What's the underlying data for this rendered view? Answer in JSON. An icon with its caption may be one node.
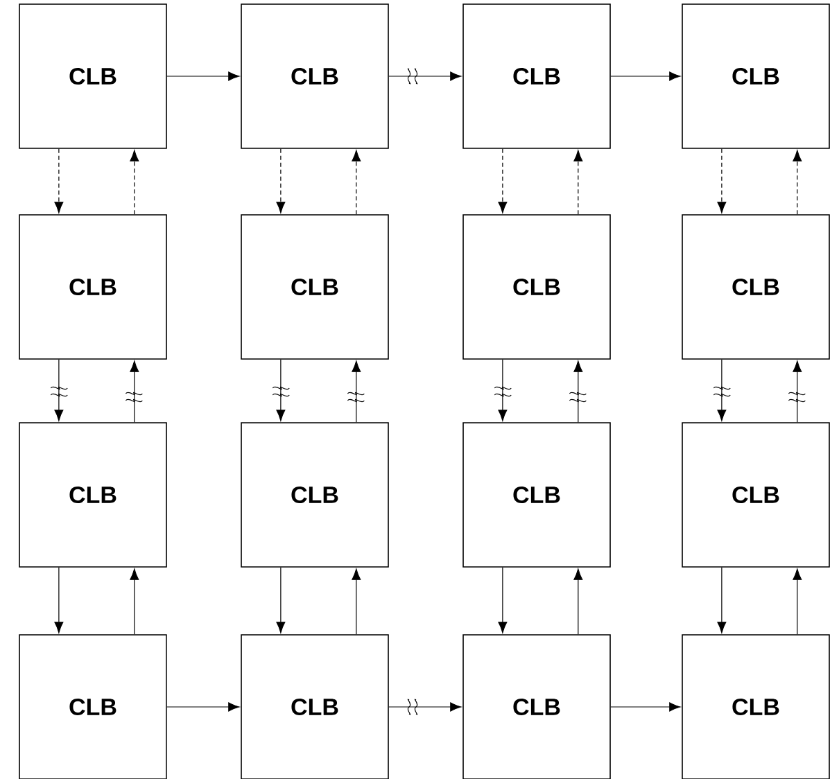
{
  "diagram": {
    "nodes": [
      {
        "text": [
          "CLB"
        ]
      },
      {
        "text": [
          "CLB"
        ]
      },
      {
        "text": [
          "CLB"
        ]
      },
      {
        "text": [
          "CLB"
        ]
      },
      {
        "text": [
          "CLB"
        ]
      },
      {
        "text": [
          "CLB"
        ]
      },
      {
        "text": [
          "CLB"
        ]
      },
      {
        "text": [
          "CLB"
        ]
      },
      {
        "text": [
          "CLB"
        ]
      },
      {
        "text": [
          "CLB"
        ]
      },
      {
        "text": [
          "CLB"
        ]
      },
      {
        "text": [
          "CLB"
        ]
      },
      {
        "text": [
          "CLB"
        ]
      },
      {
        "text": [
          "CLB"
        ]
      },
      {
        "text": [
          "CLB"
        ]
      },
      {
        "text": [
          "CLB"
        ]
      }
    ],
    "edges": [
      {
        "from": 0,
        "to": 1,
        "arrow": "to"
      },
      {
        "from": 1,
        "to": 2,
        "arrow": "to"
      },
      {
        "from": 2,
        "to": 3,
        "arrow": "to"
      },
      {
        "from": 0,
        "to": 4,
        "arrow": "to",
        "style": "dashed"
      },
      {
        "from": 4,
        "to": 0,
        "arrow": "to",
        "style": "dashed"
      },
      {
        "from": 1,
        "to": 5,
        "arrow": "to",
        "style": "dashed"
      },
      {
        "from": 5,
        "to": 1,
        "arrow": "to",
        "style": "dashed"
      },
      {
        "from": 2,
        "to": 6,
        "arrow": "to",
        "style": "dashed"
      },
      {
        "from": 6,
        "to": 2,
        "arrow": "to",
        "style": "dashed"
      },
      {
        "from": 3,
        "to": 7,
        "arrow": "to",
        "style": "dashed"
      },
      {
        "from": 7,
        "to": 3,
        "arrow": "to",
        "style": "dashed"
      },
      {
        "from": 4,
        "to": 8,
        "arrow": "to"
      },
      {
        "from": 8,
        "to": 4,
        "arrow": "to"
      },
      {
        "from": 5,
        "to": 9,
        "arrow": "to"
      },
      {
        "from": 9,
        "to": 5,
        "arrow": "to"
      },
      {
        "from": 6,
        "to": 10,
        "arrow": "to"
      },
      {
        "from": 10,
        "to": 6,
        "arrow": "to"
      },
      {
        "from": 7,
        "to": 11,
        "arrow": "to"
      },
      {
        "from": 11,
        "to": 7,
        "arrow": "to"
      },
      {
        "from": 8,
        "to": 12,
        "arrow": "to"
      },
      {
        "from": 12,
        "to": 8,
        "arrow": "to"
      },
      {
        "from": 9,
        "to": 13,
        "arrow": "to"
      },
      {
        "from": 13,
        "to": 9,
        "arrow": "to"
      },
      {
        "from": 10,
        "to": 14,
        "arrow": "to"
      },
      {
        "from": 14,
        "to": 10,
        "arrow": "to"
      },
      {
        "from": 11,
        "to": 15,
        "arrow": "to"
      },
      {
        "from": 15,
        "to": 11,
        "arrow": "to"
      },
      {
        "from": 12,
        "to": 13,
        "arrow": "to"
      },
      {
        "from": 13,
        "to": 14,
        "arrow": "to"
      },
      {
        "from": 14,
        "to": 15,
        "arrow": "to"
      }
    ]
  }
}
